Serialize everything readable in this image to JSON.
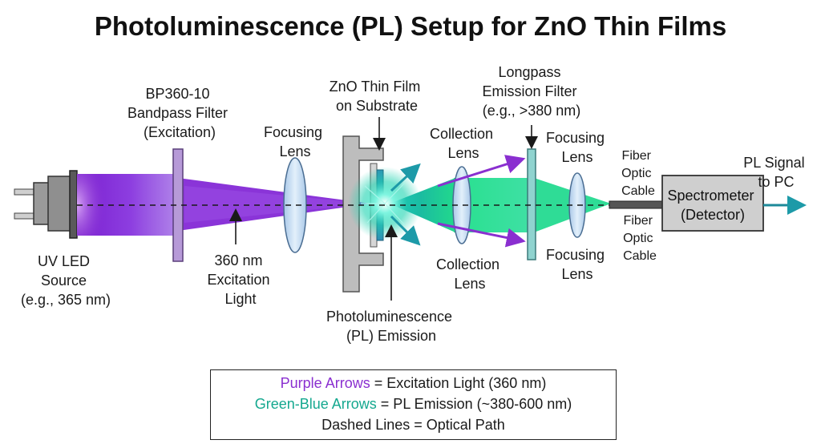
{
  "title": "Photoluminescence (PL) Setup for ZnO Thin Films",
  "labels": {
    "uv_led": [
      "UV LED",
      "Source",
      "(e.g., 365 nm)"
    ],
    "bandpass": [
      "BP360-10",
      "Bandpass Filter",
      "(Excitation)"
    ],
    "focusing_lens_1": [
      "Focusing",
      "Lens"
    ],
    "excitation": [
      "360 nm",
      "Excitation",
      "Light"
    ],
    "zno_film": [
      "ZnO Thin Film",
      "on Substrate"
    ],
    "pl_emission": [
      "Photoluminescence",
      "(PL) Emission"
    ],
    "collection_lens_top": [
      "Collection",
      "Lens"
    ],
    "collection_lens_bottom": [
      "Collection",
      "Lens"
    ],
    "longpass": [
      "Longpass",
      "Emission Filter",
      "(e.g., >380 nm)"
    ],
    "focusing_lens_2_top": [
      "Focusing",
      "Lens"
    ],
    "focusing_lens_2_bottom": [
      "Focusing",
      "Lens"
    ],
    "fiber_top": [
      "Fiber",
      "Optic",
      "Cable"
    ],
    "fiber_bottom": [
      "Fiber",
      "Optic",
      "Cable"
    ],
    "spectrometer": [
      "Spectrometer",
      "(Detector)"
    ],
    "pl_signal": [
      "PL Signal",
      "to PC"
    ]
  },
  "legend": {
    "row1_key": "Purple Arrows",
    "row1_text": " = Excitation Light (360 nm)",
    "row2_key": "Green-Blue Arrows",
    "row2_text": " = PL Emission (~380-600 nm)",
    "row3_text": "Dashed Lines = Optical Path"
  },
  "colors": {
    "excitation": "#8a2fd0",
    "emission": "#15a88f",
    "filter_purple": "#b79ad8",
    "filter_teal": "#8fd3cf",
    "lens": "#c9dff3",
    "housing": "#bdbdbd"
  }
}
